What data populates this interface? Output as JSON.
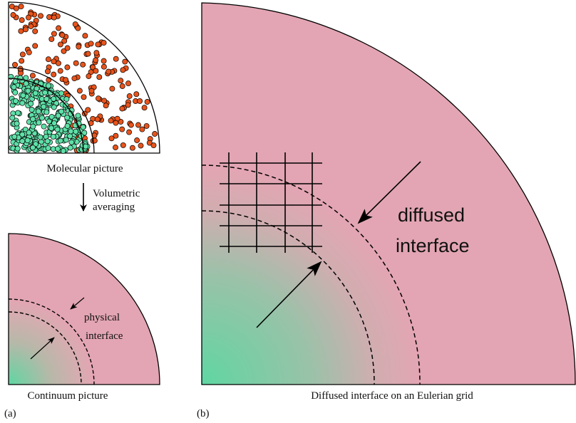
{
  "panels": {
    "molecular": {
      "caption": "Molecular picture"
    },
    "averaging": {
      "label_line1": "Volumetric",
      "label_line2": "averaging"
    },
    "continuum": {
      "caption": "Continuum picture",
      "annotation_line1": "physical",
      "annotation_line2": "interface",
      "letter": "(a)"
    },
    "diffused": {
      "caption": "Diffused interface on an Eulerian grid",
      "annotation_line1": "diffused",
      "annotation_line2": "interface",
      "letter": "(b)"
    }
  },
  "colors": {
    "outer_phase": "#e3a5b3",
    "inner_phase": "#5fd6a2",
    "outer_molecule": "#e8541c",
    "inner_molecule": "#5fe0a8",
    "stroke": "#000000"
  },
  "icons": {
    "averaging_arrow": "arrow-down-icon"
  }
}
